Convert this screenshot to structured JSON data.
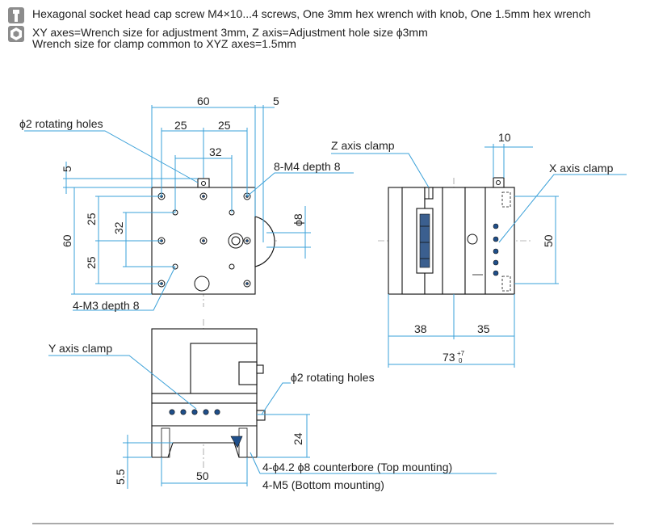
{
  "header": {
    "line1": "Hexagonal socket head cap screw M4×10...4 screws, One 3mm hex wrench with knob, One 1.5mm hex wrench",
    "line2": "XY axes=Wrench size for adjustment 3mm, Z axis=Adjustment hole size ϕ3mm",
    "line3": "Wrench size for clamp common to XYZ axes=1.5mm",
    "icon1": "screw-icon",
    "icon2": "hex-nut-icon"
  },
  "top_view": {
    "dim_60_top": "60",
    "dim_5_top": "5",
    "dim_25a": "25",
    "dim_25b": "25",
    "dim_32_h": "32",
    "dim_5_left": "5",
    "dim_60_left": "60",
    "dim_25_left_a": "25",
    "dim_32_left": "32",
    "dim_25_left_b": "25",
    "dim_phi8": "ϕ8",
    "label_rotating": "ϕ2  rotating holes",
    "label_m4": "8-M4 depth 8",
    "label_m3": "4-M3 depth 8"
  },
  "side_view": {
    "label_z_clamp": "Z axis clamp",
    "label_x_clamp": "X axis clamp",
    "dim_10": "10",
    "dim_50": "50",
    "dim_38": "38",
    "dim_35": "35",
    "dim_73": "73",
    "dim_73_tol_plus": "+7",
    "dim_73_tol_minus": "0"
  },
  "front_view": {
    "label_y_clamp": "Y axis clamp",
    "label_rotating": "ϕ2 rotating holes",
    "dim_24": "24",
    "dim_5_5": "5.5",
    "dim_50": "50",
    "label_counterbore": "4-ϕ4.2  ϕ8 counterbore (Top mounting)",
    "label_m5": "4-M5 (Bottom mounting)"
  },
  "colors": {
    "dimension_line": "#3aa0d8",
    "outline": "#111111",
    "hole_fill": "#1f4f8a",
    "icon_gray": "#8c8c8c"
  }
}
